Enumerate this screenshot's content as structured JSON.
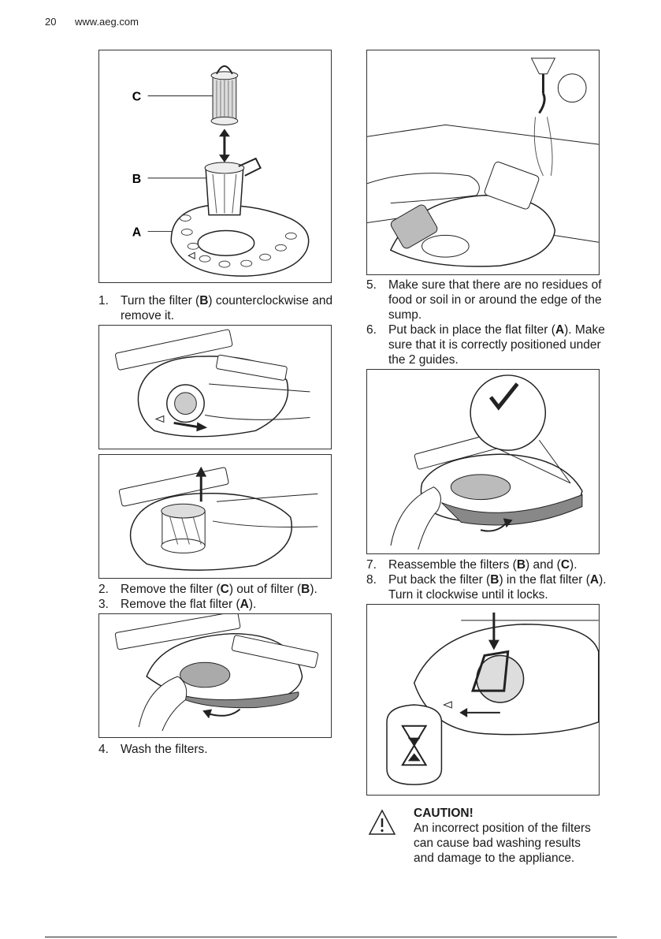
{
  "header": {
    "page_number": "20",
    "website": "www.aeg.com"
  },
  "figure1": {
    "label_c": "C",
    "label_b": "B",
    "label_a": "A"
  },
  "step1": {
    "num": "1.",
    "t1": "Turn the filter (",
    "b1": "B",
    "t2": ") counterclockwise and remove it."
  },
  "step2": {
    "num": "2.",
    "t1": "Remove the filter (",
    "b1": "C",
    "t2": ") out of filter (",
    "b2": "B",
    "t3": ")."
  },
  "step3": {
    "num": "3.",
    "t1": "Remove the flat filter (",
    "b1": "A",
    "t2": ")."
  },
  "step4": {
    "num": "4.",
    "t1": "Wash the filters."
  },
  "step5": {
    "num": "5.",
    "t1": "Make sure that there are no residues of food or soil in or around the edge of the sump."
  },
  "step6": {
    "num": "6.",
    "t1": "Put back in place the flat filter (",
    "b1": "A",
    "t2": "). Make sure that it is correctly positioned under the 2 guides."
  },
  "step7": {
    "num": "7.",
    "t1": "Reassemble the filters (",
    "b1": "B",
    "t2": ") and (",
    "b2": "C",
    "t3": ")."
  },
  "step8": {
    "num": "8.",
    "t1": "Put back the filter (",
    "b1": "B",
    "t2": ") in the flat filter (",
    "b2": "A",
    "t3": "). Turn it clockwise until it locks."
  },
  "caution": {
    "title": "CAUTION!",
    "text": "An incorrect position of the filters can cause bad washing results and damage to the appliance."
  }
}
